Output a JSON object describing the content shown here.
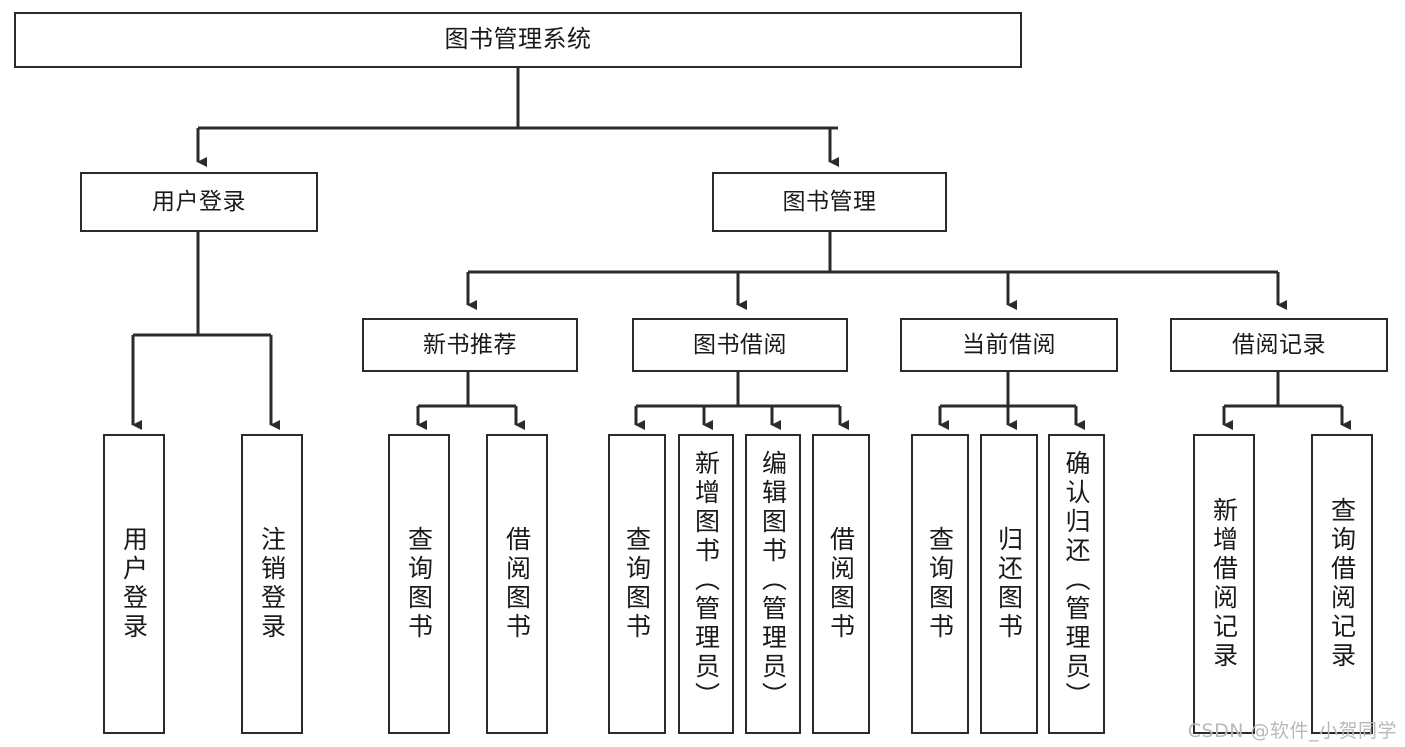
{
  "diagram": {
    "type": "tree",
    "title": "图书管理系统",
    "watermark": "CSDN @软件_小贺同学",
    "colors": {
      "stroke": "#2b2b2b",
      "fill": "#ffffff",
      "text": "#1a1a1a",
      "watermark": "#b9b9b9"
    },
    "root": {
      "label": "图书管理系统"
    },
    "level1": [
      {
        "label": "用户登录"
      },
      {
        "label": "图书管理"
      }
    ],
    "level2": [
      {
        "label": "新书推荐"
      },
      {
        "label": "图书借阅"
      },
      {
        "label": "当前借阅"
      },
      {
        "label": "借阅记录"
      }
    ],
    "leaves": {
      "user_login": [
        {
          "label": "用户登录"
        },
        {
          "label": "注销登录"
        }
      ],
      "new_book": [
        {
          "label": "查询图书"
        },
        {
          "label": "借阅图书"
        }
      ],
      "borrow_book": [
        {
          "label": "查询图书"
        },
        {
          "label": "新增图书（管理员）"
        },
        {
          "label": "编辑图书（管理员）"
        },
        {
          "label": "借阅图书"
        }
      ],
      "current_borrow": [
        {
          "label": "查询图书"
        },
        {
          "label": "归还图书"
        },
        {
          "label": "确认归还（管理员）"
        }
      ],
      "borrow_record": [
        {
          "label": "新增借阅记录"
        },
        {
          "label": "查询借阅记录"
        }
      ]
    }
  }
}
